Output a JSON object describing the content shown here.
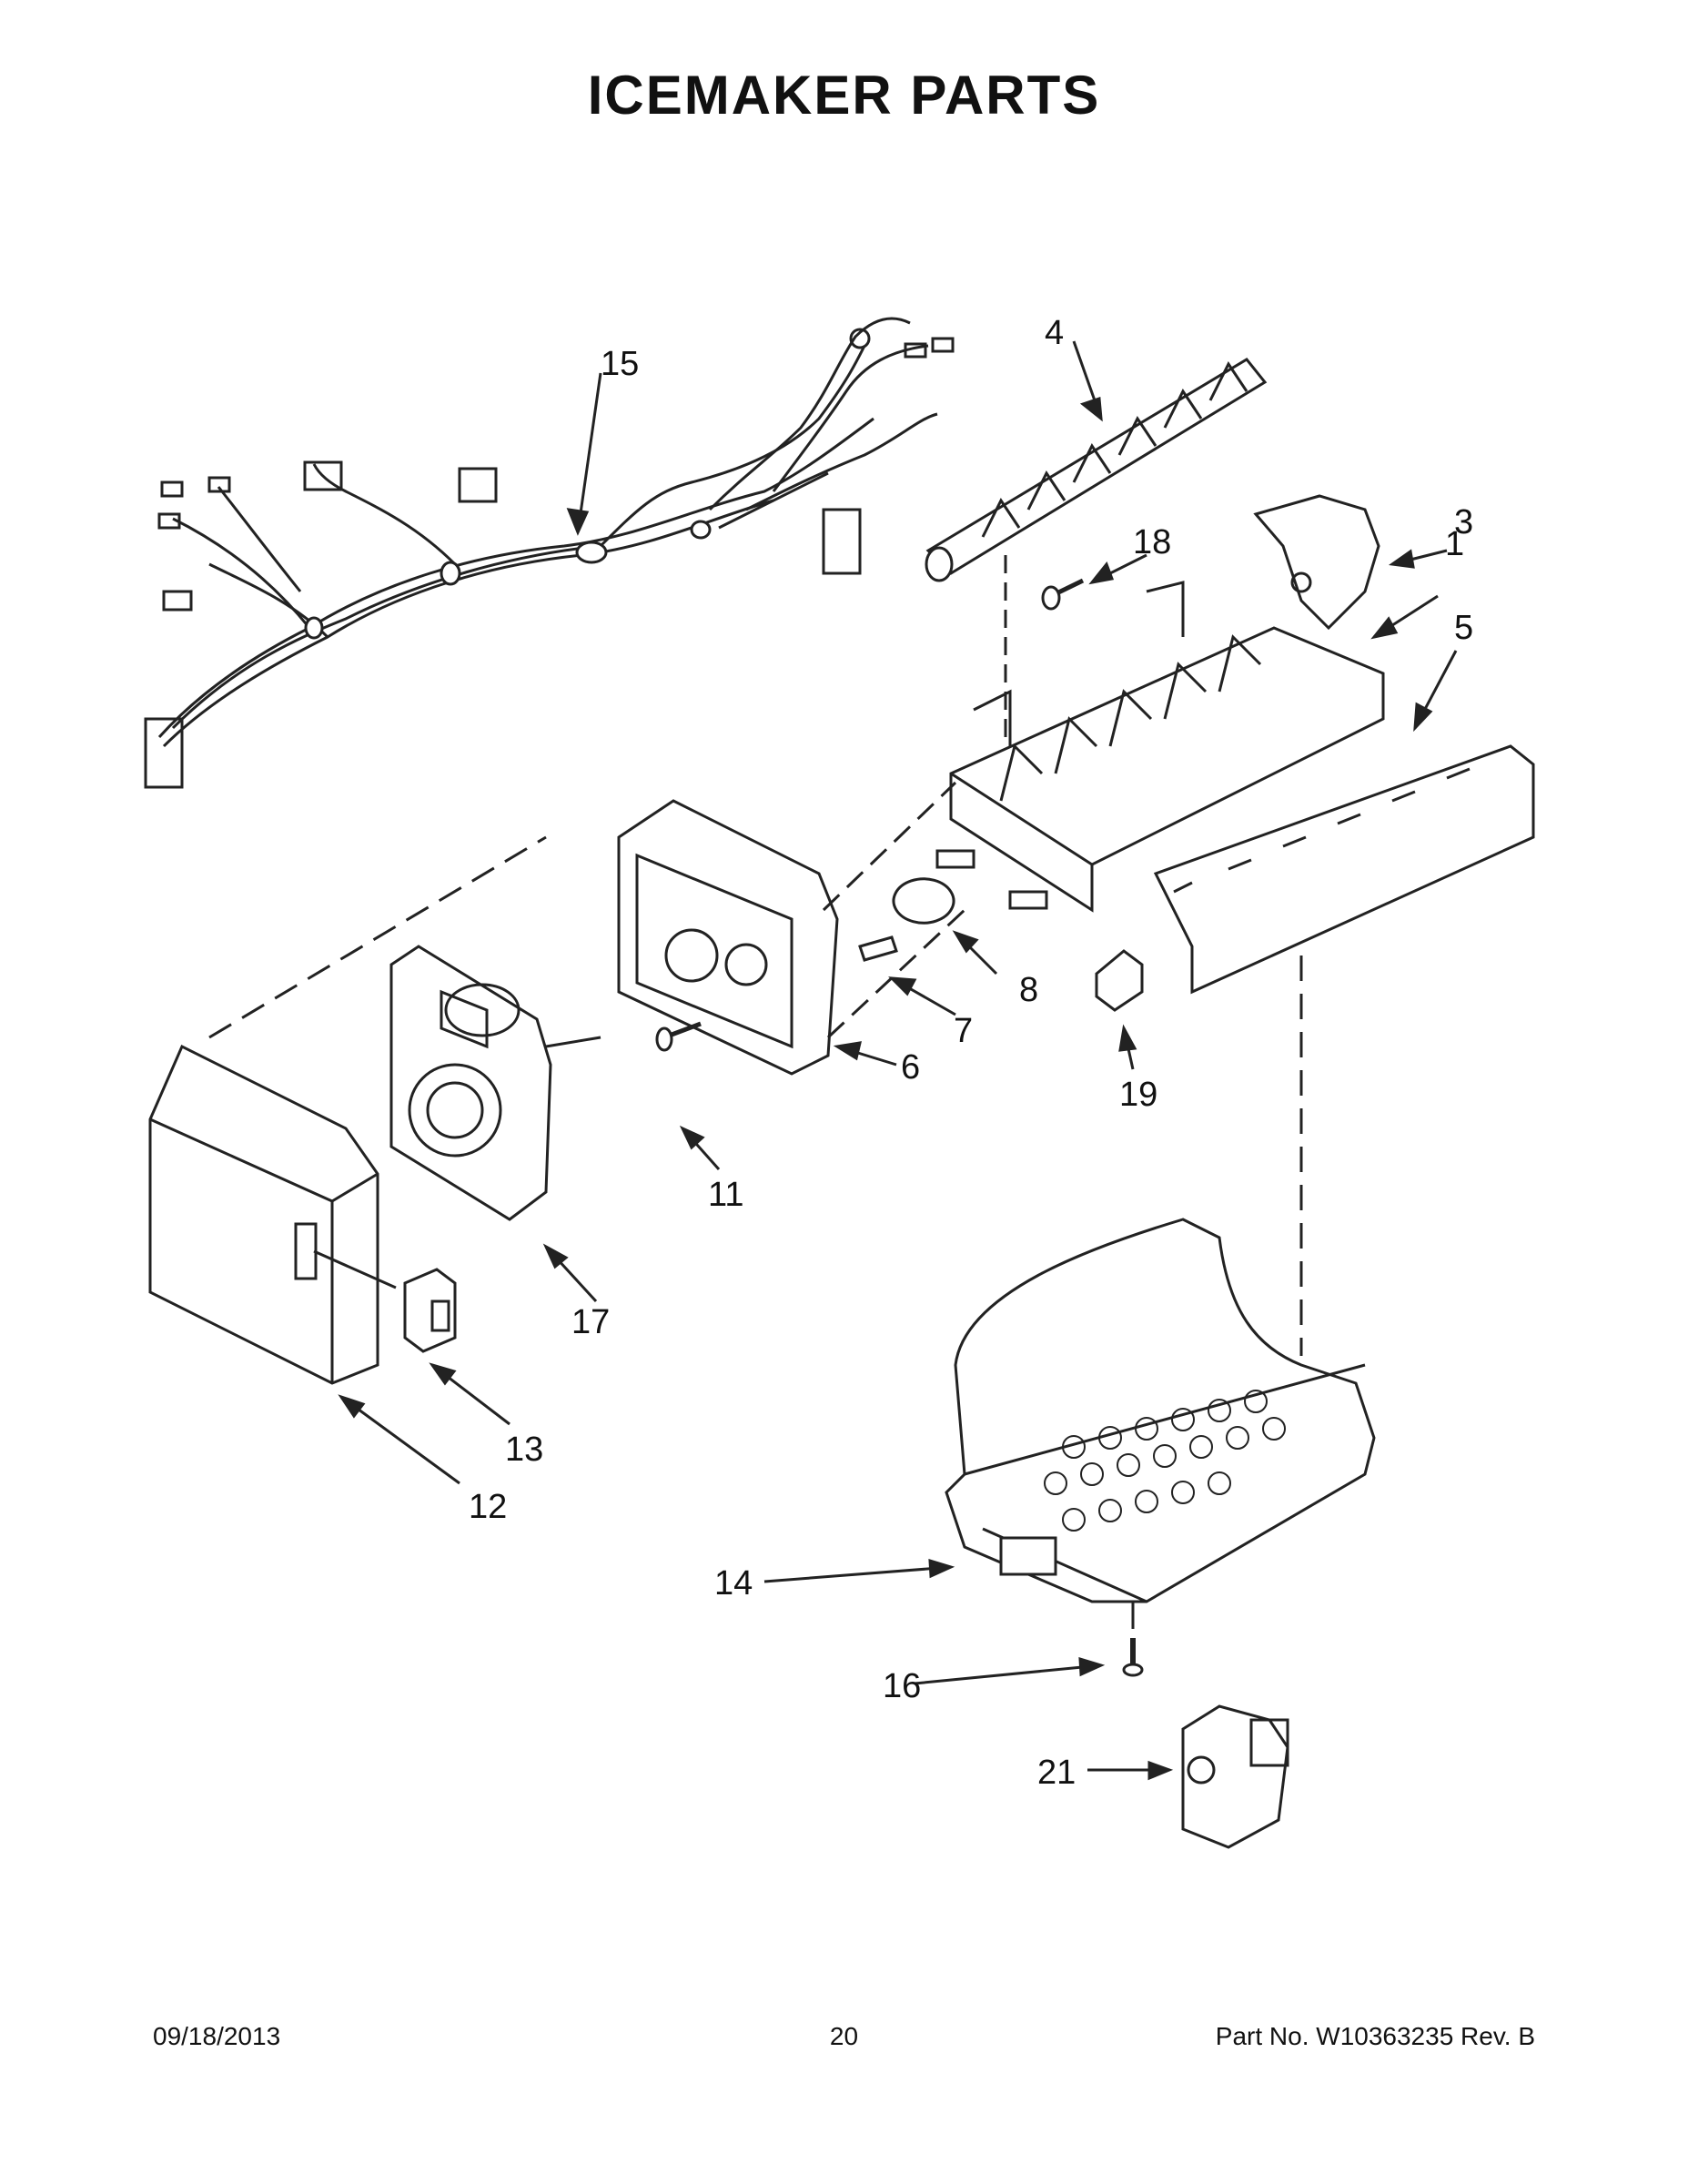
{
  "title": "ICEMAKER PARTS",
  "callouts": {
    "c1": "1",
    "c3": "3",
    "c4": "4",
    "c5": "5",
    "c6": "6",
    "c7": "7",
    "c8": "8",
    "c11": "11",
    "c12": "12",
    "c13": "13",
    "c14": "14",
    "c15": "15",
    "c16": "16",
    "c17": "17",
    "c18": "18",
    "c19": "19",
    "c21": "21"
  },
  "footer": {
    "date": "09/18/2013",
    "page": "20",
    "part": "Part No.  W10363235   Rev.  B"
  }
}
